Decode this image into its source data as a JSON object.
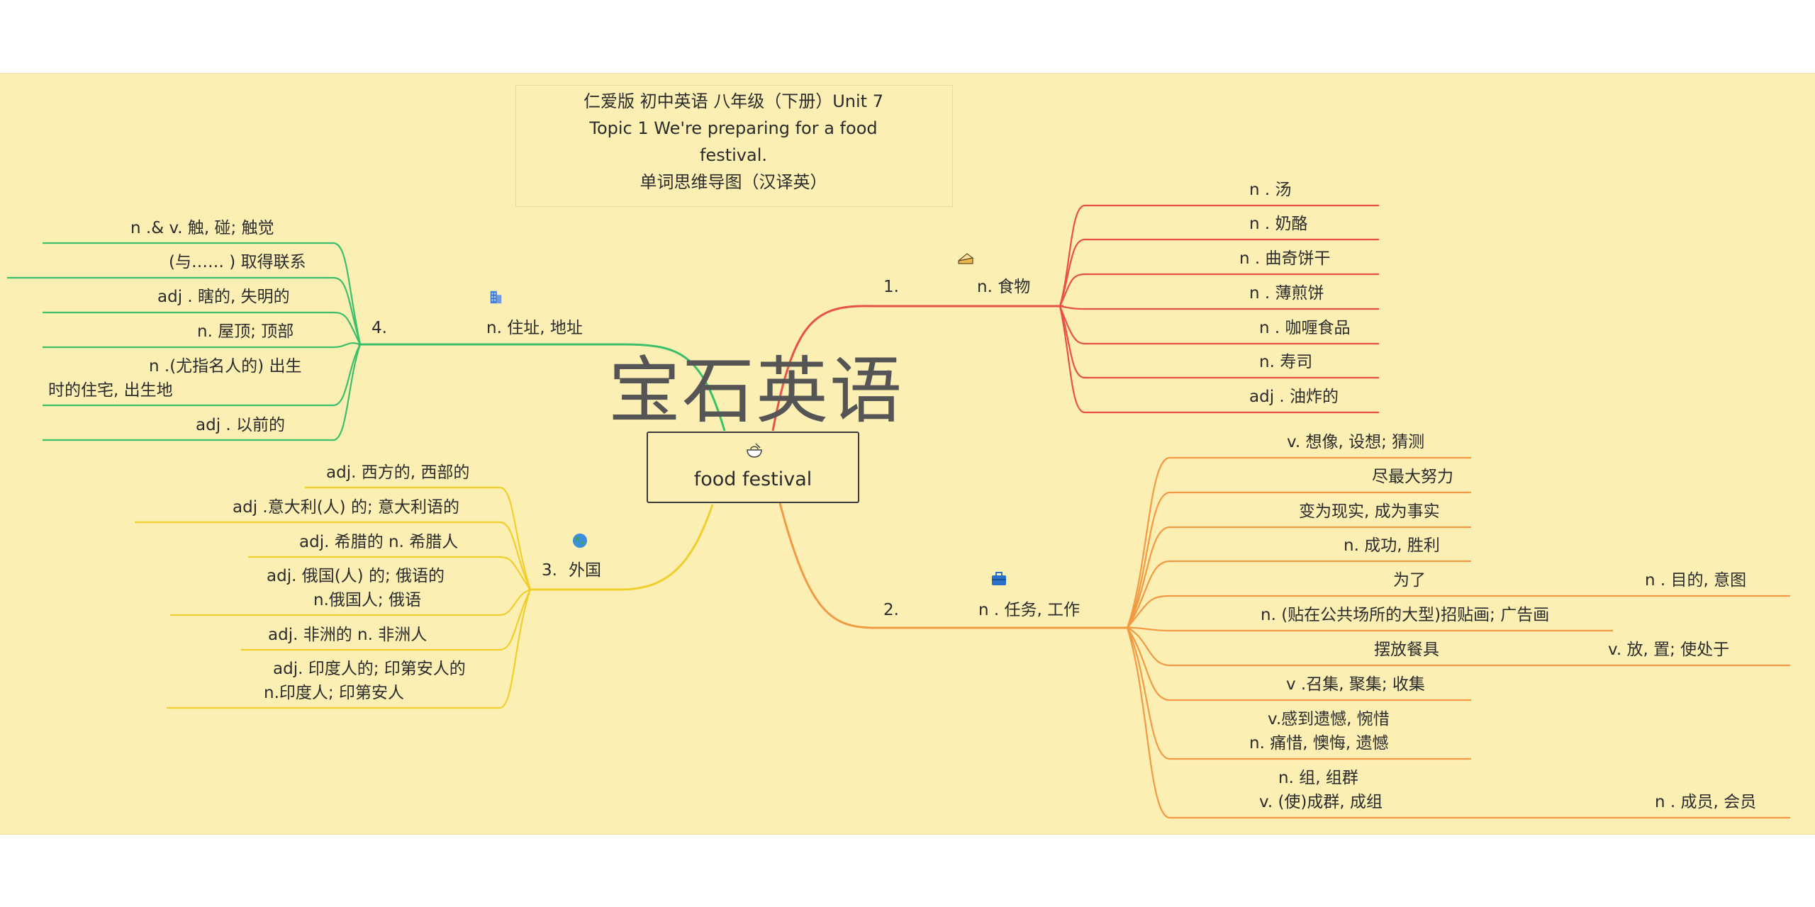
{
  "title": {
    "line1": "仁爱版 初中英语 八年级（下册）Unit 7",
    "line2": "Topic 1 We're  preparing  for  a food",
    "line3": "festival.",
    "line4": "单词思维导图（汉译英）"
  },
  "center": {
    "label": "food festival"
  },
  "watermark": "宝石英语",
  "colors": {
    "food": "#e8504a",
    "task": "#f29a43",
    "foreign": "#f0cf2c",
    "address": "#3cbf6a",
    "background": "#fcefb4"
  },
  "branches": {
    "food": {
      "number": "1.",
      "label": "n. 食物",
      "items": [
        "n . 汤",
        "n . 奶酪",
        "n .  曲奇饼干",
        "n . 薄煎饼",
        "n . 咖喱食品",
        "n. 寿司",
        "adj .  油炸的"
      ]
    },
    "task": {
      "number": "2.",
      "label": "n . 任务, 工作",
      "items": [
        "v. 想像, 设想; 猜测",
        "尽最大努力",
        "变为现实, 成为事实",
        "n. 成功, 胜利",
        "为了",
        "n. (贴在公共场所的大型)招贴画; 广告画",
        "摆放餐具",
        "v .召集, 聚集; 收集",
        "v.感到遗憾, 惋惜",
        "n. 痛惜, 懊悔, 遗憾",
        "n.  组, 组群",
        "v.  (使)成群, 成组"
      ],
      "sub_items": [
        "n .  目的, 意图",
        "v.  放, 置; 使处于",
        "n . 成员, 会员"
      ]
    },
    "foreign": {
      "number": "3.",
      "label": "外国",
      "items": [
        "adj. 西方的, 西部的",
        "adj .意大利(人) 的; 意大利语的",
        "adj. 希腊的   n. 希腊人",
        "adj.  俄国(人) 的; 俄语的",
        "n.俄国人; 俄语",
        "adj.  非洲的    n.  非洲人",
        "adj. 印度人的; 印第安人的",
        "n.印度人; 印第安人"
      ]
    },
    "address": {
      "number": "4.",
      "label": "n. 住址, 地址",
      "items": [
        "n .& v.   触, 碰; 触觉",
        "(与…… ) 取得联系",
        "adj .  瞎的, 失明的",
        "n.  屋顶; 顶部",
        "n .(尤指名人的) 出生",
        "时的住宅, 出生地",
        "adj .  以前的"
      ]
    }
  }
}
